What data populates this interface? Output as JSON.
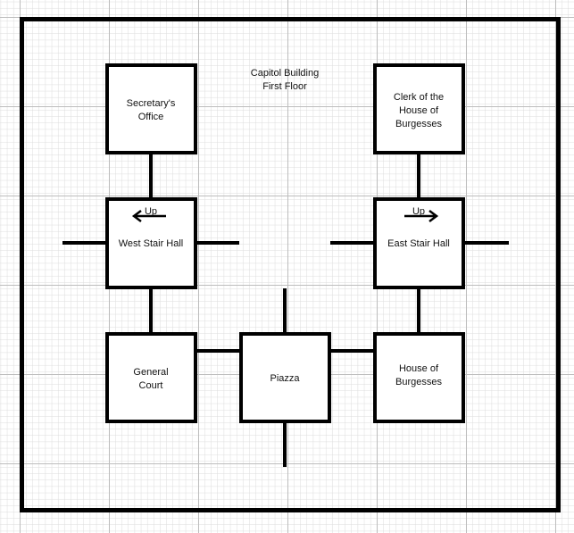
{
  "title": [
    "Capitol Building",
    "First Floor"
  ],
  "rooms": {
    "secretary": [
      "Secretary's",
      "Office"
    ],
    "clerk": [
      "Clerk of the",
      "House of",
      "Burgesses"
    ],
    "west_stair": [
      "West Stair Hall"
    ],
    "east_stair": [
      "East Stair Hall"
    ],
    "general_court": [
      "General",
      "Court"
    ],
    "piazza": [
      "Piazza"
    ],
    "house": [
      "House of",
      "Burgesses"
    ]
  },
  "stair_labels": {
    "west": "Up",
    "east": "Up"
  },
  "colors": {
    "line": "#000000",
    "grid_minor": "#dddddd",
    "grid_major": "#bbbbbb"
  }
}
